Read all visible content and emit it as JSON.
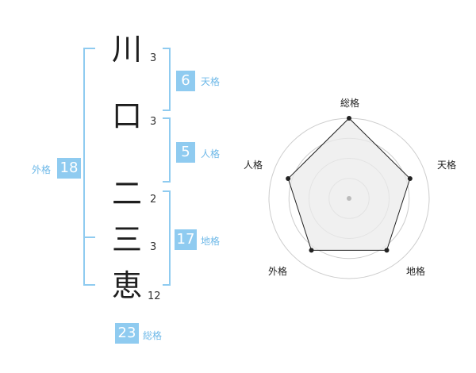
{
  "name": {
    "chars": [
      {
        "char": "川",
        "strokes": "3"
      },
      {
        "char": "口",
        "strokes": "3"
      },
      {
        "char": "二",
        "strokes": "2"
      },
      {
        "char": "三",
        "strokes": "3"
      },
      {
        "char": "恵",
        "strokes": "12"
      }
    ]
  },
  "kaku": {
    "tenkaku": {
      "value": "6",
      "label": "天格"
    },
    "jinkaku": {
      "value": "5",
      "label": "人格"
    },
    "chikaku": {
      "value": "17",
      "label": "地格"
    },
    "gaikaku": {
      "value": "18",
      "label": "外格"
    },
    "soukaku": {
      "value": "23",
      "label": "総格"
    }
  },
  "chart_data": {
    "type": "radar",
    "axes": [
      "総格",
      "天格",
      "地格",
      "外格",
      "人格"
    ],
    "values": [
      1.0,
      0.8,
      0.8,
      0.8,
      0.8
    ],
    "range": [
      0,
      1
    ],
    "rings": 4,
    "colors": {
      "fill": "#ebebeb",
      "stroke": "#222222",
      "ring": "#cccccc"
    }
  },
  "colors": {
    "accent": "#8fcbf0"
  }
}
